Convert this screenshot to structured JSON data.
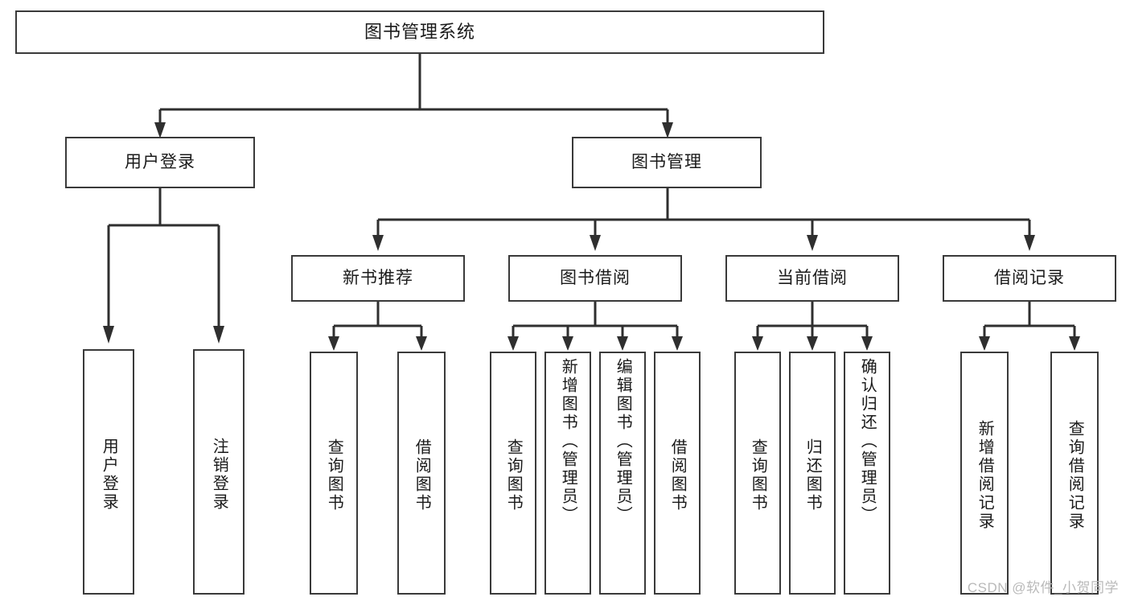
{
  "diagram": {
    "title": "图书管理系统",
    "type": "tree-hierarchy-chart",
    "watermark": "CSDN @软件_小贺同学",
    "colors": {
      "box_border": "#3a3a3a",
      "box_fill": "#ffffff",
      "connector": "#2f2f2f",
      "text": "#1a1a1a",
      "watermark": "#b9b9b9"
    },
    "nodes": {
      "root": {
        "label": "图书管理系统"
      },
      "level2": [
        {
          "label": "用户登录"
        },
        {
          "label": "图书管理"
        }
      ],
      "level3": [
        {
          "label": "新书推荐"
        },
        {
          "label": "图书借阅"
        },
        {
          "label": "当前借阅"
        },
        {
          "label": "借阅记录"
        }
      ],
      "leaves": {
        "user_login": [
          {
            "label": "用户登录"
          },
          {
            "label": "注销登录"
          }
        ],
        "new_book_recommend": [
          {
            "label": "查询图书"
          },
          {
            "label": "借阅图书"
          }
        ],
        "book_borrow": [
          {
            "label": "查询图书"
          },
          {
            "label": "新增图书（管理员）"
          },
          {
            "label": "编辑图书（管理员）"
          },
          {
            "label": "借阅图书"
          }
        ],
        "current_borrow": [
          {
            "label": "查询图书"
          },
          {
            "label": "归还图书"
          },
          {
            "label": "确认归还（管理员）"
          }
        ],
        "borrow_record": [
          {
            "label": "新增借阅记录"
          },
          {
            "label": "查询借阅记录"
          }
        ]
      }
    }
  }
}
